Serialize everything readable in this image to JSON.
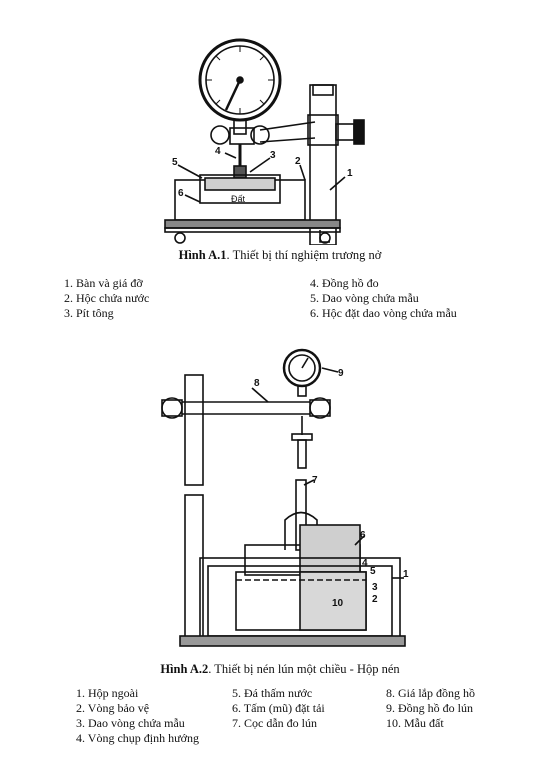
{
  "figure1": {
    "caption_label": "Hình A.1",
    "caption_text": ". Thiết bị thí nghiệm trương nở",
    "inner_label": "Đất",
    "callouts": [
      "1",
      "2",
      "3",
      "4",
      "5",
      "6"
    ],
    "legend_left": [
      "1. Bàn và giá đỡ",
      "2. Hộc chứa nước",
      "3. Pít tông"
    ],
    "legend_right": [
      "4. Đồng hồ đo",
      "5. Dao vòng chứa mẫu",
      "6. Hộc đặt dao vòng chứa mẫu"
    ]
  },
  "figure2": {
    "caption_label": "Hình A.2",
    "caption_text": ". Thiết bị nén lún một chiều - Hộp nén",
    "callouts": [
      "1",
      "2",
      "3",
      "4",
      "5",
      "6",
      "7",
      "8",
      "9",
      "10"
    ],
    "legend_col1": [
      "1. Hộp ngoài",
      "2. Vòng bảo vệ",
      "3. Dao vòng chứa mẫu",
      "4. Vòng chụp định hướng"
    ],
    "legend_col2": [
      "5. Đá thấm nước",
      "6. Tấm (mũ) đặt tải",
      "7. Cọc dẫn đo lún"
    ],
    "legend_col3": [
      "8. Giá lắp đồng hồ",
      "9. Đồng hồ đo lún",
      "10. Mẫu đất"
    ]
  }
}
